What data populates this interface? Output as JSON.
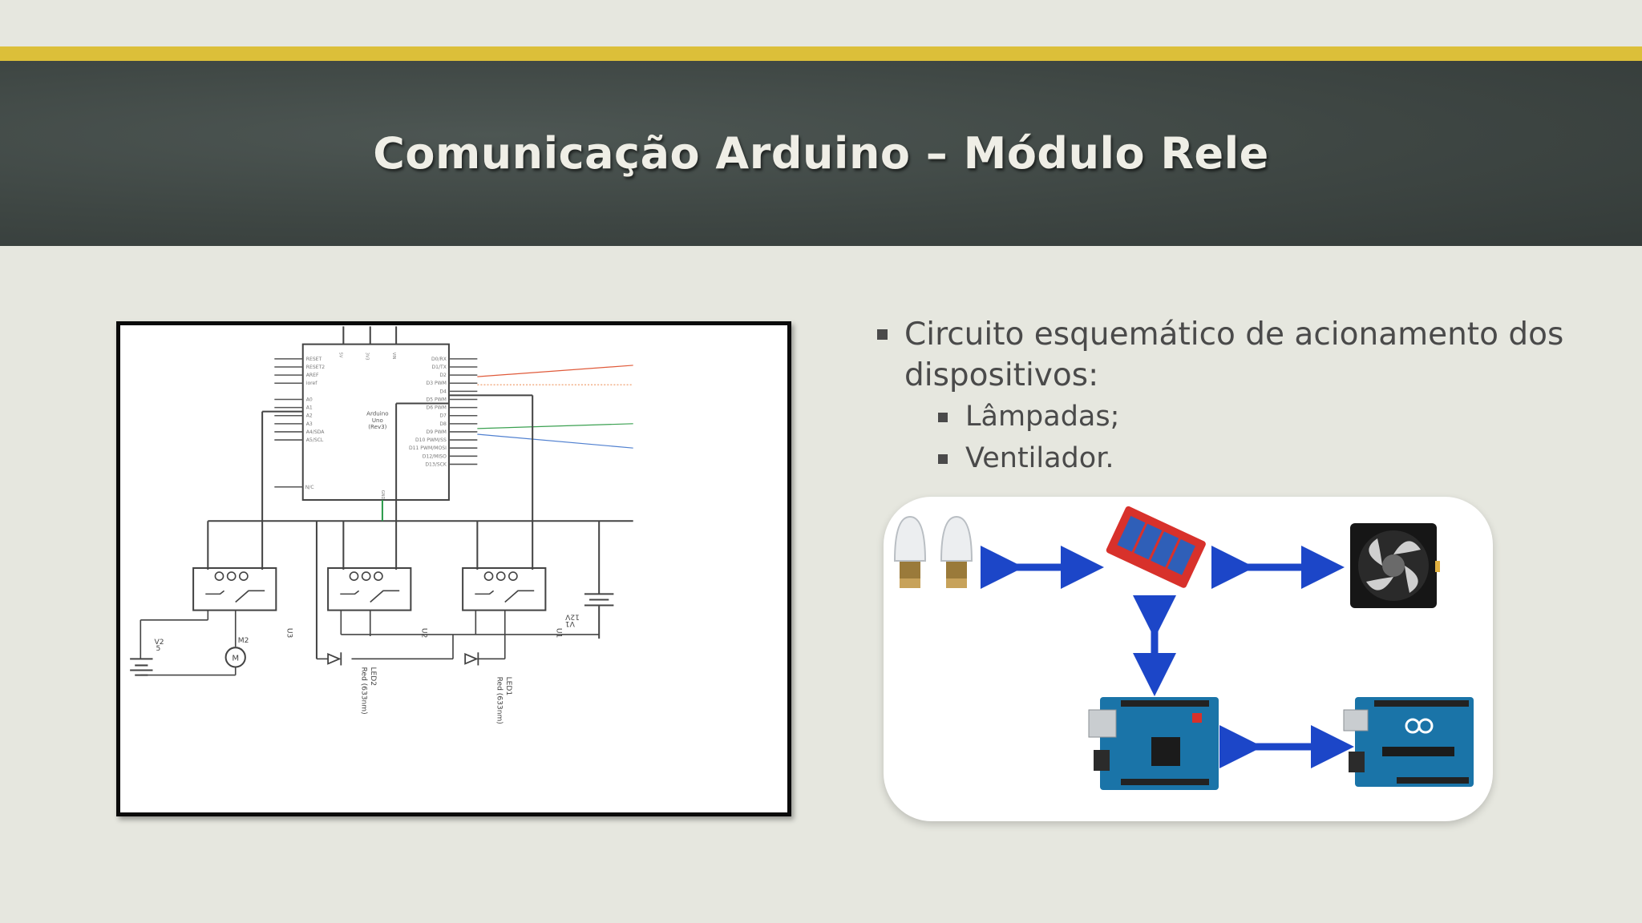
{
  "slide": {
    "title": "Comunicação Arduino – Módulo Rele",
    "bullets": {
      "main": "Circuito esquemático de acionamento dos dispositivos:",
      "sub": [
        "Lâmpadas;",
        "Ventilador."
      ]
    }
  },
  "schematic": {
    "arduino_label": [
      "Arduino",
      "Uno",
      "(Rev3)"
    ],
    "pins_left": [
      "RESET",
      "RESET2",
      "AREF",
      "ioref",
      "A0",
      "A1",
      "A2",
      "A3",
      "A4/SDA",
      "A5/SCL",
      "N/C"
    ],
    "pins_right": [
      "D0/RX",
      "D1/TX",
      "D2",
      "D3 PWM",
      "D4",
      "D5 PWM",
      "D6 PWM",
      "D7",
      "D8",
      "D9 PWM",
      "D10 PWM/SS",
      "D11 PWM/MOSI",
      "D12/MISO",
      "D13/SCK"
    ],
    "pins_top": [
      "5V",
      "3V3",
      "VIN"
    ],
    "gnd_label": "GND",
    "relay_labels": [
      "U3",
      "U2",
      "U1"
    ],
    "v2_label": [
      "V2",
      "5"
    ],
    "v1_label": [
      "V1",
      "12V"
    ],
    "motor_label": "M2",
    "motor_symbol": "M",
    "led2_label": [
      "LED2",
      "Red (633nm)"
    ],
    "led1_label": [
      "LED1",
      "Red (633nm)"
    ]
  },
  "diagram": {
    "icons": [
      "lamp-icon",
      "relay-module-icon",
      "fan-icon",
      "arduino-ethernet-icon",
      "arduino-uno-icon"
    ],
    "colors": {
      "arrow": "#1c46c8",
      "relay": "#d8312b",
      "arduino": "#1a74a8"
    }
  },
  "theme": {
    "gold": "#dcbf39",
    "band": "#3e4643",
    "background": "#e6e7df",
    "text": "#4a4a4a"
  }
}
